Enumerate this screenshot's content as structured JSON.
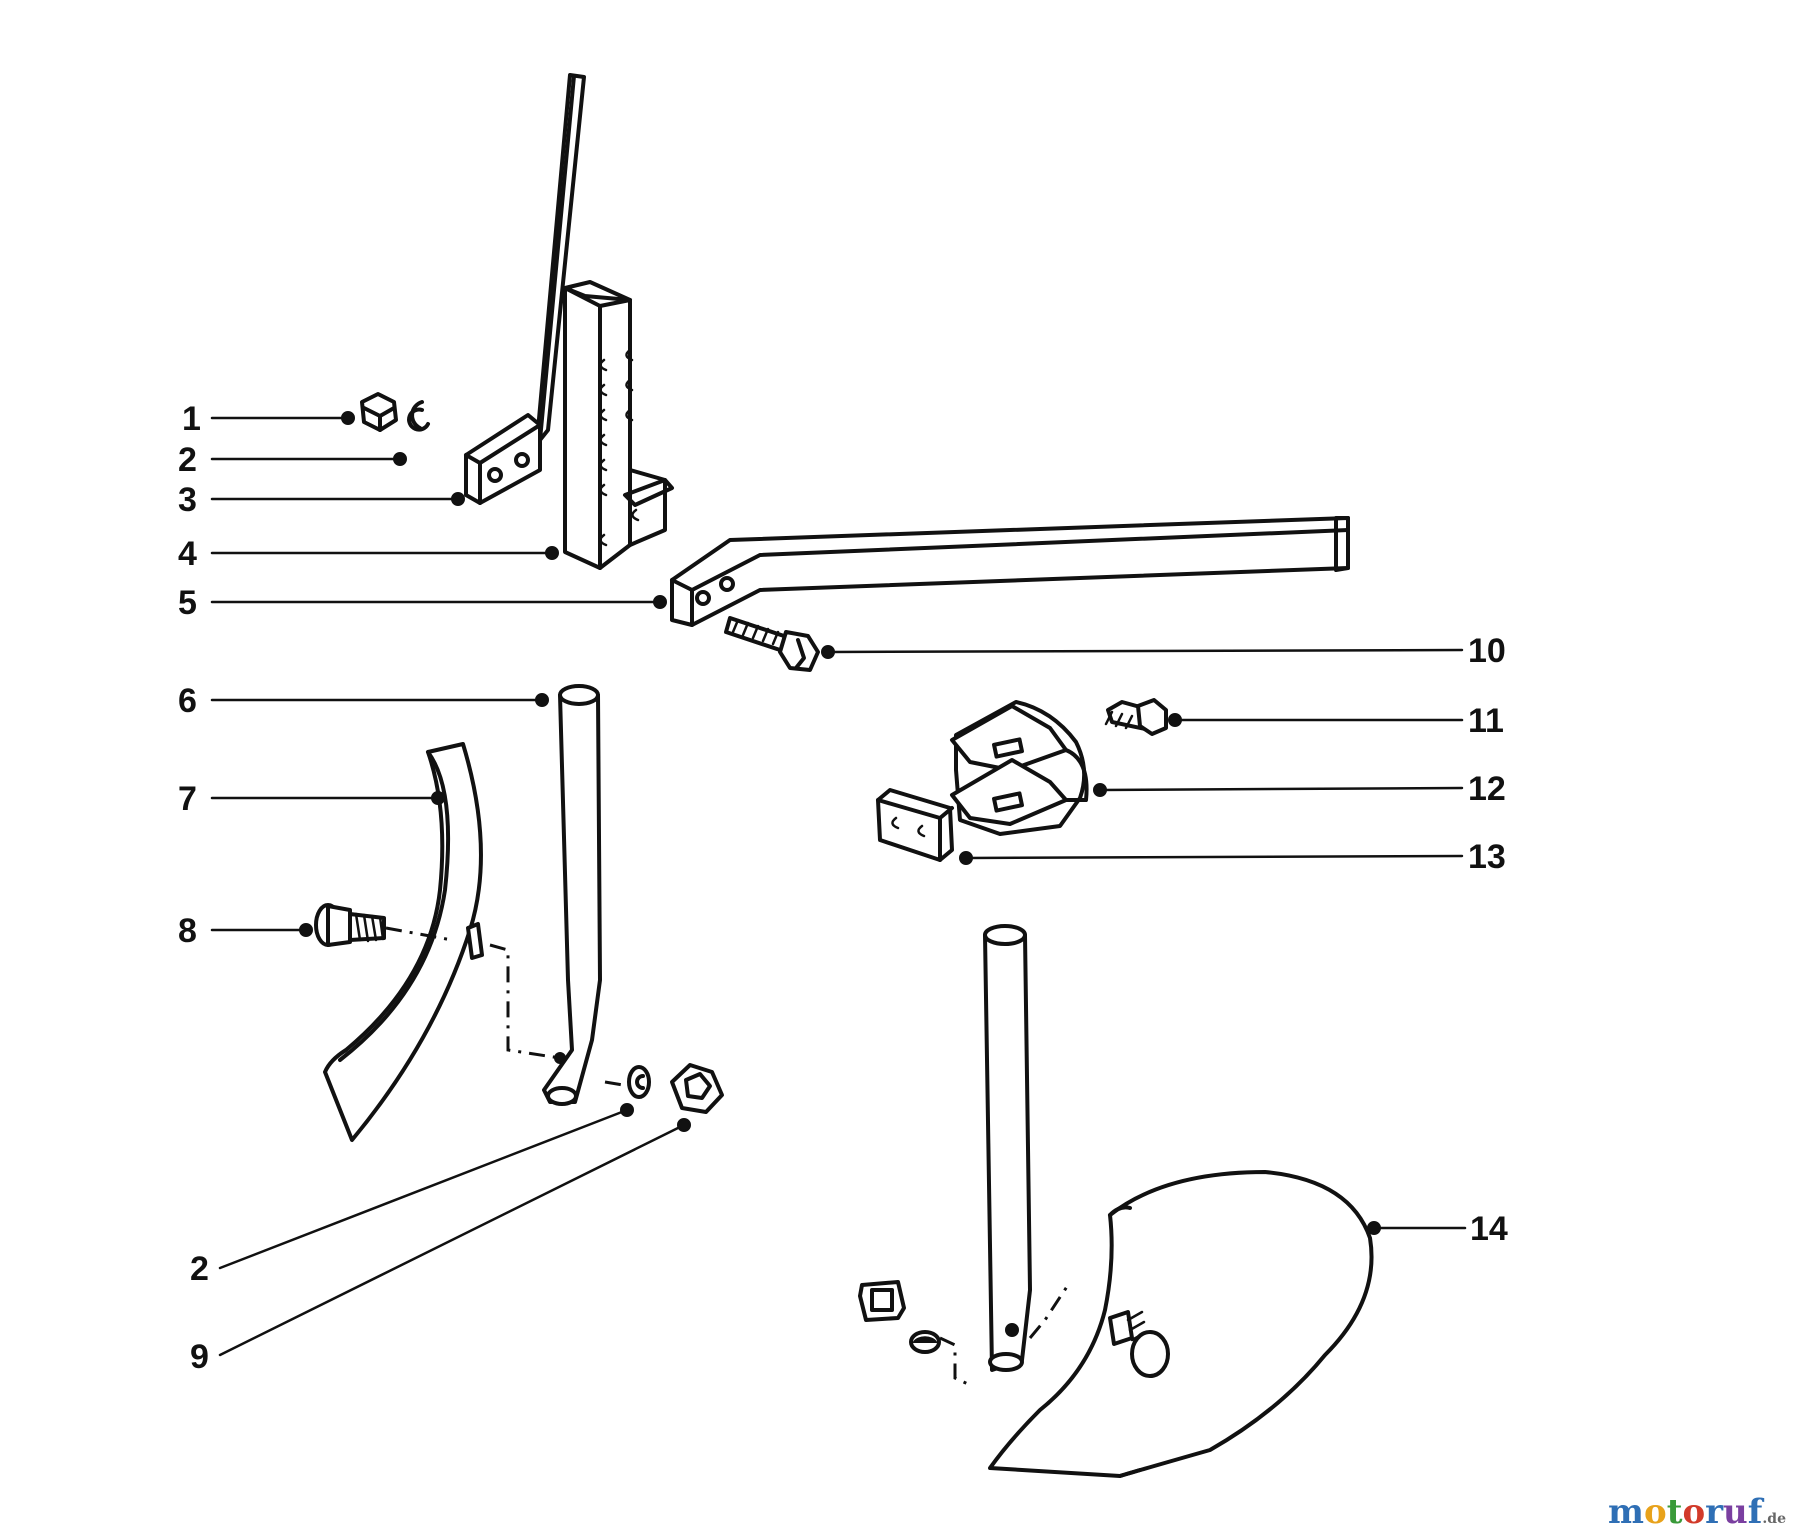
{
  "diagram": {
    "callouts": [
      "1",
      "2",
      "3",
      "4",
      "5",
      "6",
      "7",
      "8",
      "2",
      "9",
      "10",
      "11",
      "12",
      "13",
      "14"
    ]
  },
  "watermark": {
    "text": "motoruf",
    "suffix": ".de",
    "colors": [
      "#2f6fb5",
      "#e8a21b",
      "#3a9a3a",
      "#d23a2a",
      "#2f6fb5",
      "#7a3fa0",
      "#2f6fb5"
    ]
  }
}
